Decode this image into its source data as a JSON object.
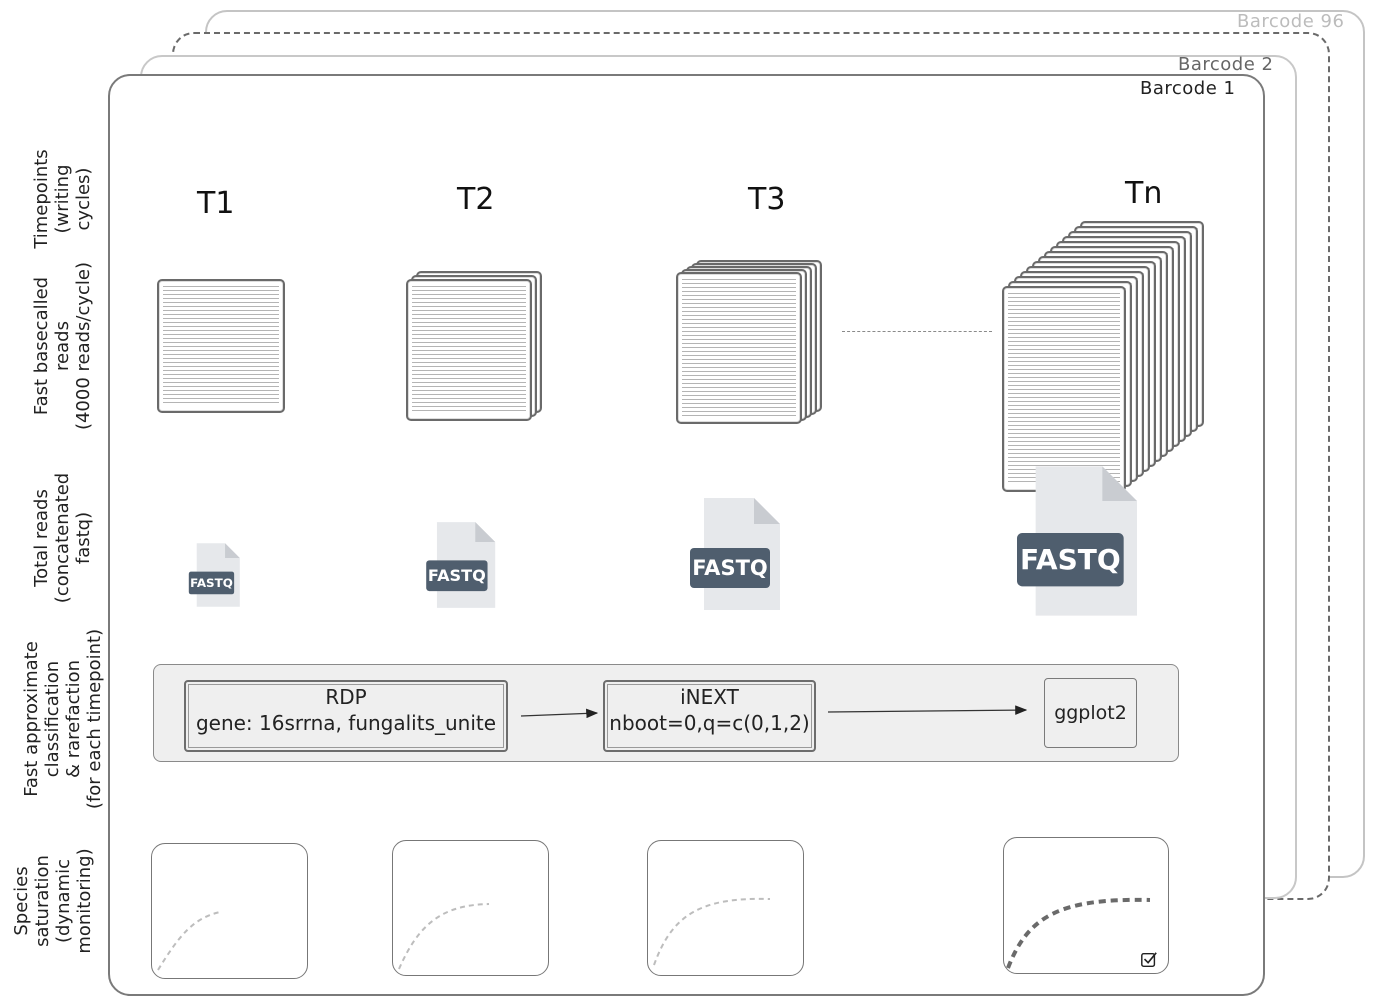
{
  "barcodes": [
    "Barcode 96",
    "Barcode 2",
    "Barcode 1"
  ],
  "row_labels": {
    "timepoints": [
      "Timepoints",
      "(writing",
      "cycles)"
    ],
    "fast_reads": [
      "Fast basecalled",
      "reads",
      "(4000 reads/cycle)"
    ],
    "total_reads": [
      "Total reads",
      "(concatenated",
      "fastq)"
    ],
    "classification": [
      "Fast approximate",
      "classification",
      "& rarefaction",
      "(for each timepoint)"
    ],
    "saturation": [
      "Species",
      "saturation",
      "(dynamic",
      "monitoring)"
    ]
  },
  "timepoints": [
    "T1",
    "T2",
    "T3",
    "Tn"
  ],
  "fastq_label": "FASTQ",
  "pipeline": {
    "rdp": {
      "title": "RDP",
      "subtitle": "gene: 16srrna, fungalits_unite"
    },
    "inext": {
      "title": "iNEXT",
      "subtitle": "nboot=0,q=c(0,1,2)"
    },
    "ggplot": {
      "title": "ggplot2"
    }
  },
  "colors": {
    "fastq_badge": "#4f5e6e",
    "file_body": "#e6e8eb",
    "file_fold": "#c9ccd1",
    "curve_light": "#bdbdbd",
    "curve_dark": "#6a6a6a"
  },
  "icons": {
    "check": "checkbox-checked-icon"
  }
}
